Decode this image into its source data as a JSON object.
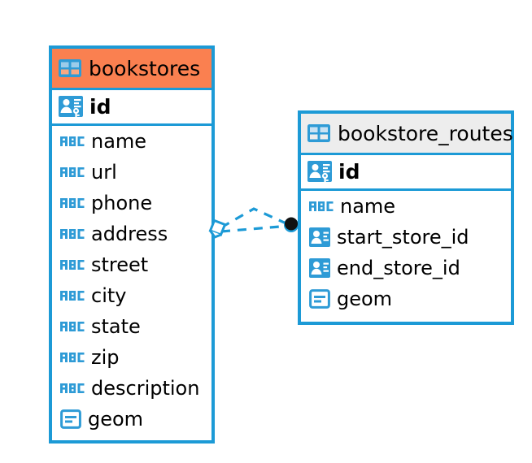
{
  "diagram": {
    "type": "entity-relationship-diagram",
    "background": "#ffffff",
    "colors": {
      "border_blue": "#1C9AD6",
      "header_orange": "#FA8050",
      "header_gray": "#EDEDED",
      "icon_blue": "#2E9BD6",
      "text_black": "#000000",
      "connector_blue": "#1C9AD6",
      "connector_endpoint": "#111111"
    },
    "entities": [
      {
        "name": "bookstores",
        "header_style": "orange",
        "table_icon": "table-icon",
        "primary_key": {
          "label": "id",
          "icon": "primary-key-icon"
        },
        "fields": [
          {
            "label": "name",
            "icon": "abc-text-icon"
          },
          {
            "label": "url",
            "icon": "abc-text-icon"
          },
          {
            "label": "phone",
            "icon": "abc-text-icon"
          },
          {
            "label": "address",
            "icon": "abc-text-icon"
          },
          {
            "label": "street",
            "icon": "abc-text-icon"
          },
          {
            "label": "city",
            "icon": "abc-text-icon"
          },
          {
            "label": "state",
            "icon": "abc-text-icon"
          },
          {
            "label": "zip",
            "icon": "abc-text-icon"
          },
          {
            "label": "description",
            "icon": "abc-text-icon"
          },
          {
            "label": "geom",
            "icon": "geometry-icon"
          }
        ]
      },
      {
        "name": "bookstore_routes",
        "header_style": "gray",
        "table_icon": "table-icon",
        "primary_key": {
          "label": "id",
          "icon": "primary-key-icon"
        },
        "fields": [
          {
            "label": "name",
            "icon": "abc-text-icon"
          },
          {
            "label": "start_store_id",
            "icon": "foreign-key-icon"
          },
          {
            "label": "end_store_id",
            "icon": "foreign-key-icon"
          },
          {
            "label": "geom",
            "icon": "geometry-icon"
          }
        ]
      }
    ],
    "relationship": {
      "from_entity": "bookstores",
      "to_entity": "bookstore_routes",
      "line_style": "dashed",
      "source_marker": "diamond-marker",
      "target_marker": "filled-circle-marker",
      "branches": 2
    }
  }
}
